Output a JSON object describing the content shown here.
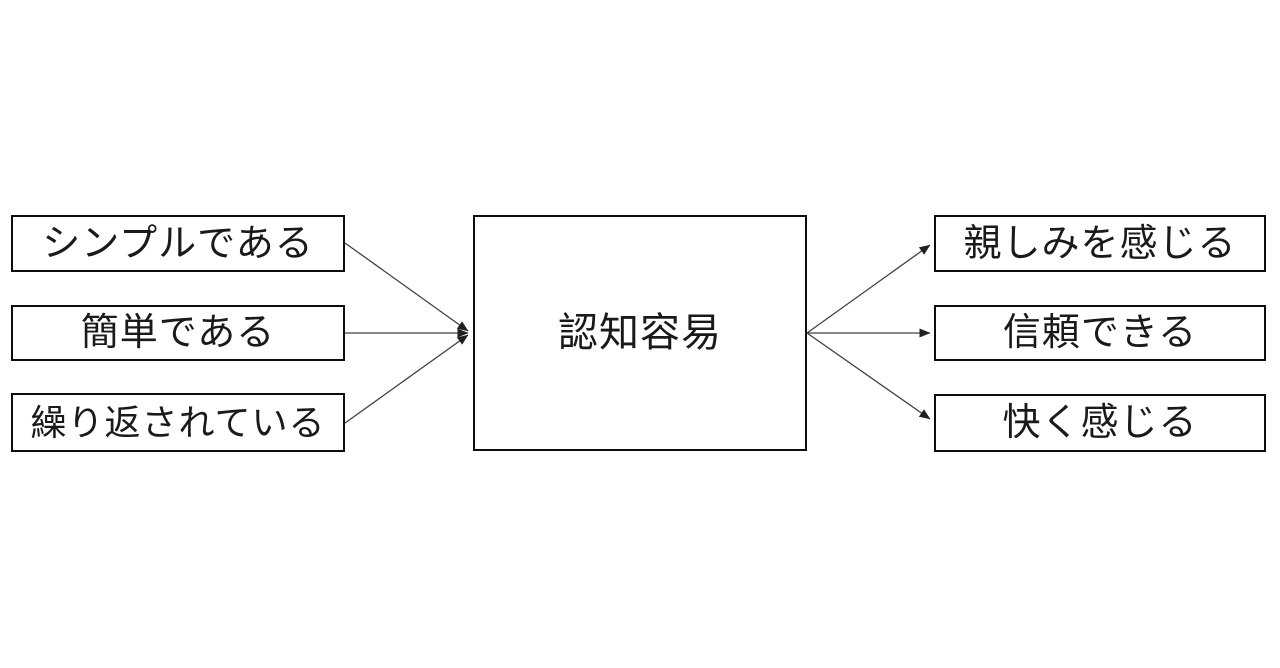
{
  "diagram": {
    "title": "cognitive-ease-model",
    "colors": {
      "background": "#ffffff",
      "node_border": "#0d0d0d",
      "node_fill": "#ffffff",
      "text": "#1a1a1a",
      "arrow": "#404040"
    },
    "center_node": {
      "id": "cognitive-ease",
      "label": "認知容易"
    },
    "left_nodes": [
      {
        "id": "is-simple",
        "label": "シンプルである"
      },
      {
        "id": "is-easy",
        "label": "簡単である"
      },
      {
        "id": "is-repeated",
        "label": "繰り返されている"
      }
    ],
    "right_nodes": [
      {
        "id": "feel-familiar",
        "label": "親しみを感じる"
      },
      {
        "id": "can-trust",
        "label": "信頼できる"
      },
      {
        "id": "feel-pleasant",
        "label": "快く感じる"
      }
    ],
    "edges": [
      {
        "from": "is-simple",
        "to": "cognitive-ease"
      },
      {
        "from": "is-easy",
        "to": "cognitive-ease"
      },
      {
        "from": "is-repeated",
        "to": "cognitive-ease"
      },
      {
        "from": "cognitive-ease",
        "to": "feel-familiar"
      },
      {
        "from": "cognitive-ease",
        "to": "can-trust"
      },
      {
        "from": "cognitive-ease",
        "to": "feel-pleasant"
      }
    ]
  }
}
